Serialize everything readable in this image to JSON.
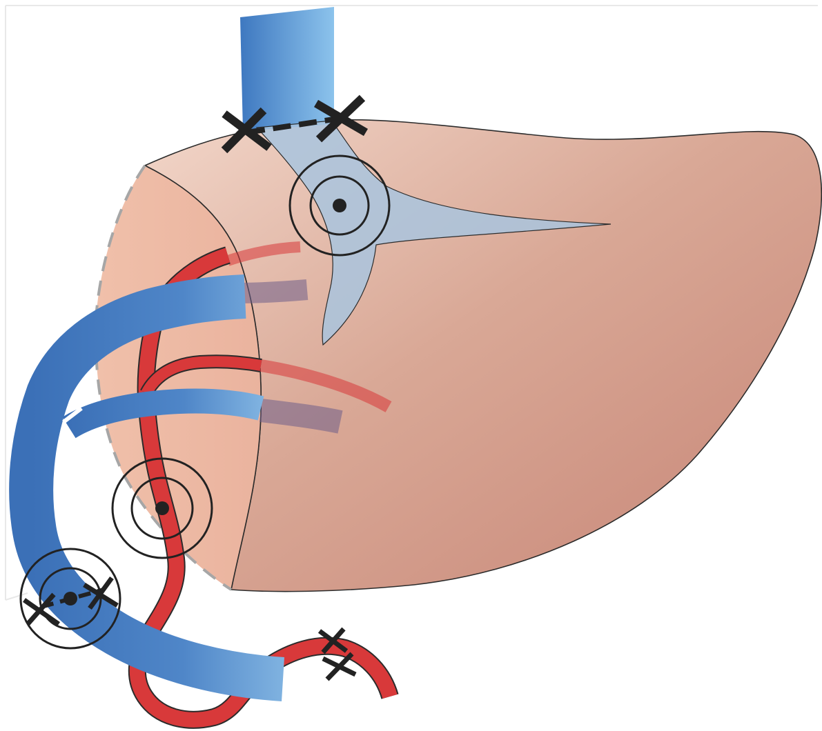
{
  "diagram": {
    "subject": "liver-vascular-anatomy",
    "colors": {
      "background": "#ffffff",
      "frame_shadow": "#e6e6e6",
      "liver_light": "#efbfaa",
      "liver_mid": "#d9a896",
      "liver_dark": "#c4877a",
      "portal_vein": "#3f76bd",
      "portal_vein_light": "#8cbfe9",
      "hepatic_artery": "#d8393a",
      "hepatic_vein_overlay": "#a8c3dd",
      "outline": "#2b2b2b",
      "dashed_margin": "#a6a6a6",
      "marker": "#222222"
    },
    "markers": [
      {
        "kind": "target-rings",
        "on": "hepatic-vein"
      },
      {
        "kind": "target-rings",
        "on": "hepatic-artery"
      },
      {
        "kind": "target-rings",
        "on": "portal-vein"
      }
    ],
    "ligation_marks": [
      {
        "kind": "x-mark",
        "on": "hepatic-vein-left"
      },
      {
        "kind": "x-mark",
        "on": "hepatic-vein-right"
      },
      {
        "kind": "x-mark",
        "on": "portal-vein-left"
      },
      {
        "kind": "x-mark",
        "on": "portal-vein-right"
      },
      {
        "kind": "x-mark",
        "on": "artery-upper"
      },
      {
        "kind": "x-mark",
        "on": "artery-lower"
      }
    ]
  }
}
